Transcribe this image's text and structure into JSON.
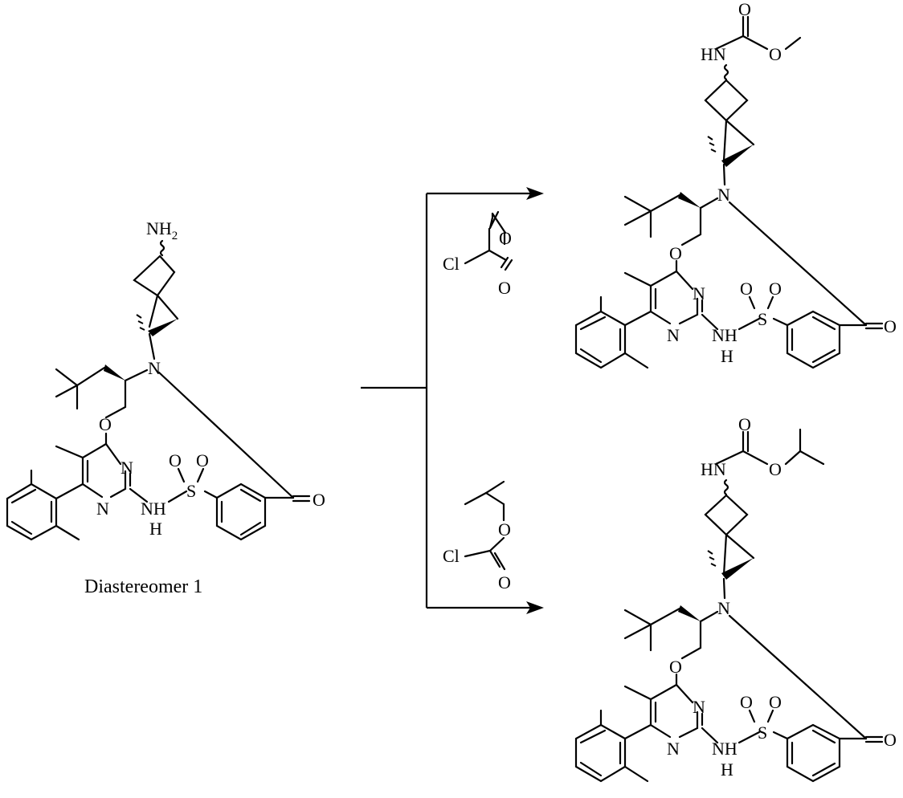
{
  "starting_material": {
    "caption": "Diastereomer 1",
    "atoms": {
      "nh2": "NH",
      "nh2_sub": "2",
      "n_amine": "N",
      "o_ether": "O",
      "n_pyr1": "N",
      "n_pyr2": "N",
      "nh": "NH",
      "h": "H",
      "s": "S",
      "o_s1": "O",
      "o_s2": "O",
      "o_carbonyl": "O"
    }
  },
  "reagent_top": {
    "cl": "Cl",
    "o_ester": "O",
    "o_carbonyl": "O"
  },
  "reagent_bottom": {
    "cl": "Cl",
    "o_ester": "O",
    "o_carbonyl": "O"
  },
  "product_top": {
    "atoms": {
      "hn": "HN",
      "o_carbamate_co": "O",
      "o_carbamate_ester": "O",
      "n_amine": "N",
      "o_ether": "O",
      "n_pyr1": "N",
      "n_pyr2": "N",
      "nh": "NH",
      "h": "H",
      "s": "S",
      "o_s1": "O",
      "o_s2": "O",
      "o_carbonyl": "O"
    }
  },
  "product_bottom": {
    "atoms": {
      "hn": "HN",
      "o_carbamate_co": "O",
      "o_carbamate_ester": "O",
      "n_amine": "N",
      "o_ether": "O",
      "n_pyr1": "N",
      "n_pyr2": "N",
      "nh": "NH",
      "h": "H",
      "s": "S",
      "o_s1": "O",
      "o_s2": "O",
      "o_carbonyl": "O"
    }
  }
}
